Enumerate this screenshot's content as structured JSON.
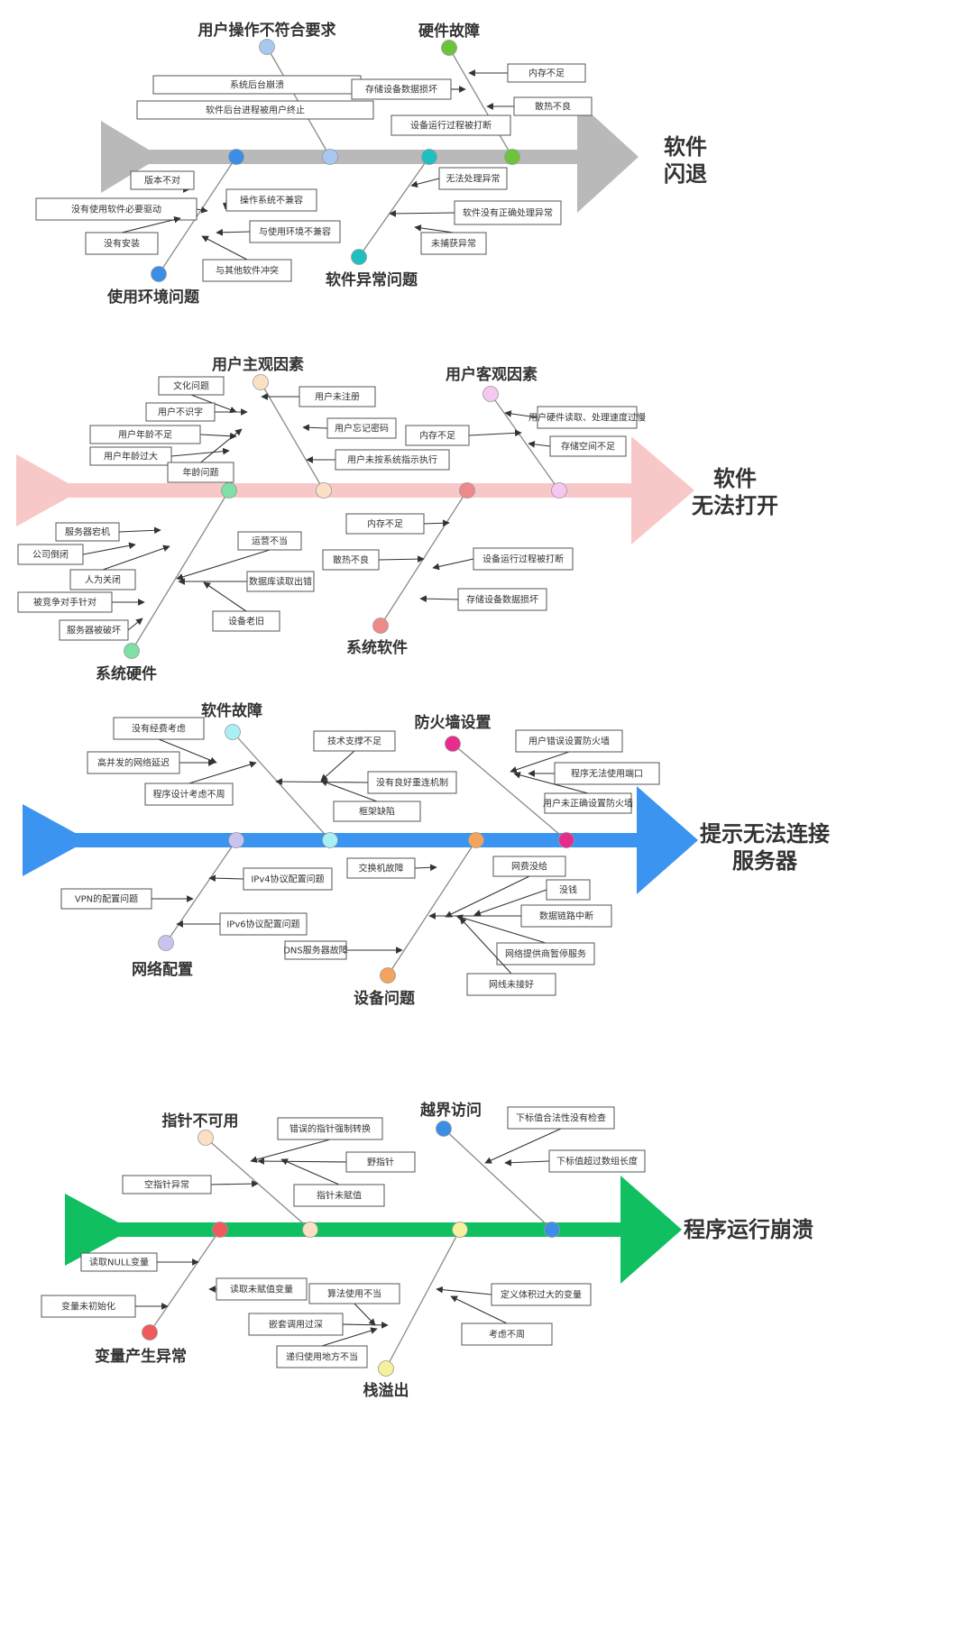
{
  "diagrams": [
    {
      "head": [
        "软件",
        "闪退"
      ],
      "spine_color": "#b9b9b9",
      "categories": [
        {
          "label": "用户操作不符合要求",
          "dot_color": "#a8c8ef",
          "causes": [
            "系统后台崩溃",
            "软件后台进程被用户终止"
          ]
        },
        {
          "label": "硬件故障",
          "dot_color": "#6cc43a",
          "causes": [
            "内存不足",
            "存储设备数据损坏",
            "散热不良",
            "设备运行过程被打断"
          ]
        },
        {
          "label": "使用环境问题",
          "dot_color": "#3a8ee6",
          "causes": [
            "版本不对",
            "没有使用软件必要驱动",
            "操作系统不兼容",
            "与使用环境不兼容",
            "没有安装",
            "与其他软件冲突"
          ]
        },
        {
          "label": "软件异常问题",
          "dot_color": "#1fbfbf",
          "causes": [
            "无法处理异常",
            "软件没有正确处理异常",
            "未捕获异常"
          ]
        }
      ]
    },
    {
      "head": [
        "软件",
        "无法打开"
      ],
      "spine_color": "#f8c8c8",
      "categories": [
        {
          "label": "用户主观因素",
          "dot_color": "#fbe0c4",
          "causes": [
            "文化问题",
            "用户未注册",
            "用户不识字",
            "用户忘记密码",
            "用户年龄不足",
            "用户年龄过大",
            "用户未按系统指示执行",
            "年龄问题"
          ]
        },
        {
          "label": "用户客观因素",
          "dot_color": "#f4c8f0",
          "causes": [
            "用户硬件读取、处理速度过慢",
            "内存不足",
            "存储空间不足"
          ]
        },
        {
          "label": "系统硬件",
          "dot_color": "#7ee0a4",
          "causes": [
            "服务器宕机",
            "运营不当",
            "公司倒闭",
            "人为关闭",
            "数据库读取出错",
            "被竞争对手针对",
            "设备老旧",
            "服务器被破坏"
          ]
        },
        {
          "label": "系统软件",
          "dot_color": "#ef8a8a",
          "causes": [
            "内存不足",
            "散热不良",
            "设备运行过程被打断",
            "存储设备数据损坏"
          ]
        }
      ]
    },
    {
      "head": [
        "提示无法连接",
        "服务器"
      ],
      "spine_color": "#3a94f0",
      "categories": [
        {
          "label": "软件故障",
          "dot_color": "#a8f0f4",
          "causes": [
            "没有经费考虑",
            "技术支撑不足",
            "高并发的网络延迟",
            "没有良好重连机制",
            "程序设计考虑不周",
            "框架缺陷"
          ]
        },
        {
          "label": "防火墙设置",
          "dot_color": "#e62c8c",
          "causes": [
            "用户错误设置防火墙",
            "程序无法使用端口",
            "用户未正确设置防火墙"
          ]
        },
        {
          "label": "网络配置",
          "dot_color": "#c8c4f0",
          "causes": [
            "IPv4协议配置问题",
            "VPN的配置问题",
            "IPv6协议配置问题"
          ]
        },
        {
          "label": "设备问题",
          "dot_color": "#f4a45c",
          "causes": [
            "交换机故障",
            "网费没给",
            "没钱",
            "数据链路中断",
            "DNS服务器故障",
            "网络提供商暂停服务",
            "网线未接好"
          ]
        }
      ]
    },
    {
      "head": [
        "程序运行崩溃"
      ],
      "spine_color": "#10c060",
      "categories": [
        {
          "label": "指针不可用",
          "dot_color": "#fbe0c4",
          "causes": [
            "错误的指针强制转换",
            "野指针",
            "空指针异常",
            "指针未赋值"
          ]
        },
        {
          "label": "越界访问",
          "dot_color": "#3a8ee6",
          "causes": [
            "下标值合法性没有检查",
            "下标值超过数组长度"
          ]
        },
        {
          "label": "变量产生异常",
          "dot_color": "#ef5a5a",
          "causes": [
            "读取NULL变量",
            "读取未赋值变量",
            "变量未初始化"
          ]
        },
        {
          "label": "栈溢出",
          "dot_color": "#f4f09c",
          "causes": [
            "算法使用不当",
            "定义体积过大的变量",
            "嵌套调用过深",
            "考虑不周",
            "递归使用地方不当"
          ]
        }
      ]
    }
  ]
}
